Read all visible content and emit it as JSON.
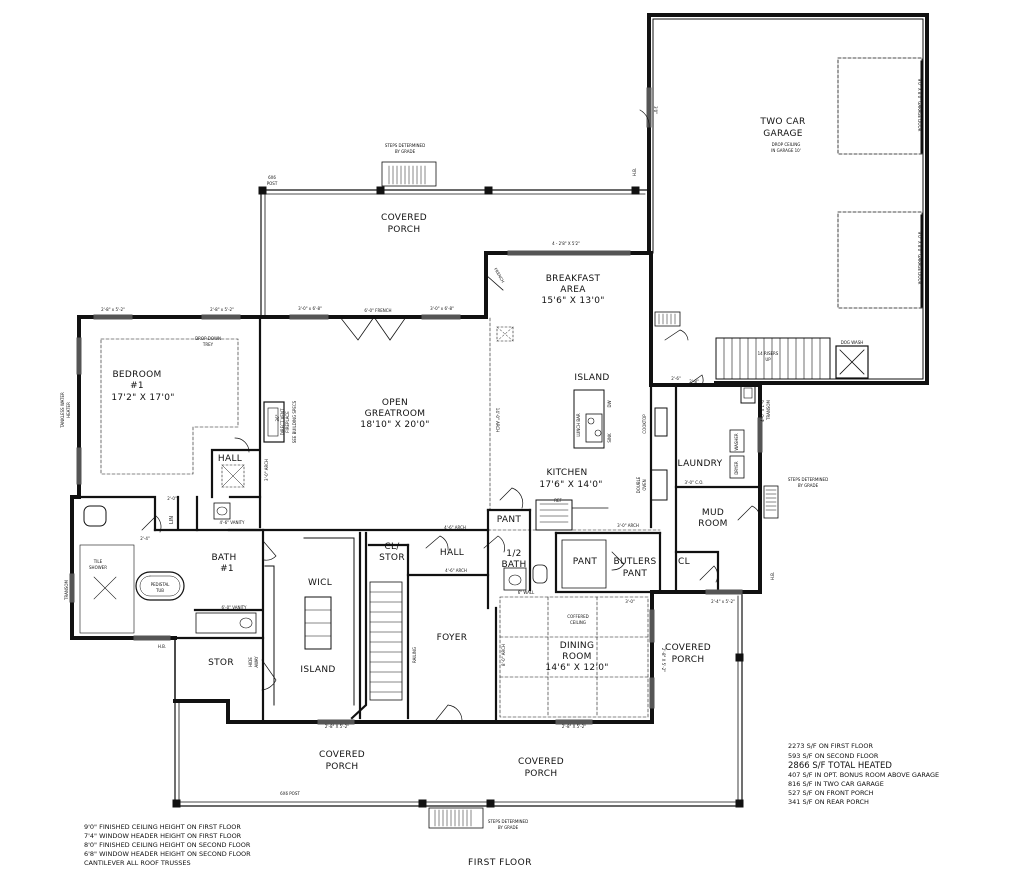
{
  "plan_title": "FIRST FLOOR",
  "rooms": {
    "garage": [
      "TWO CAR",
      "GARAGE"
    ],
    "garage_note": [
      "DROP CEILING",
      "IN GARAGE 10'"
    ],
    "garage_door_1": "9'0\" X 8'0\" GARAGE DOOR",
    "garage_door_2": "9'0\" X 8'0\" GARAGE DOOR",
    "garage_door_width": "3'0\"",
    "covered_porch_top": [
      "COVERED",
      "PORCH"
    ],
    "breakfast": [
      "BREAKFAST",
      "AREA",
      "15'6\" X 13'0\""
    ],
    "bedroom": [
      "BEDROOM",
      "#1",
      "17'2\" X 17'0\""
    ],
    "greatroom": [
      "OPEN",
      "GREATROOM",
      "18'10\" X 20'0\""
    ],
    "island": "ISLAND",
    "kitchen": [
      "KITCHEN",
      "17'6\" X 14'0\""
    ],
    "laundry": "LAUNDRY",
    "mud": [
      "MUD",
      "ROOM"
    ],
    "hall_bed": "HALL",
    "bath1": [
      "BATH",
      "#1"
    ],
    "wicl": "WICL",
    "wicl_island": "ISLAND",
    "cl_stor": [
      "CL/",
      "STOR"
    ],
    "hall_mid": "HALL",
    "half_bath": [
      "1/2",
      "BATH"
    ],
    "pant_small": "PANT",
    "pant_mid": "PANT",
    "butlers": [
      "BUTLERS",
      "PANT"
    ],
    "cl_mud": "CL",
    "foyer": "FOYER",
    "dining": [
      "DINING",
      "ROOM",
      "14'6\" X 12'0\""
    ],
    "coffered": [
      "COFFERED",
      "CEILING"
    ],
    "covered_porch_right": [
      "COVERED",
      "PORCH"
    ],
    "stor": "STOR",
    "covered_porch_bl": [
      "COVERED",
      "PORCH"
    ],
    "covered_porch_br": [
      "COVERED",
      "PORCH"
    ],
    "lin": "LIN"
  },
  "labels": {
    "steps_top": [
      "STEPS DETERMINED",
      "BY GRADE"
    ],
    "steps_right": [
      "STEPS DETERMINED",
      "BY GRADE"
    ],
    "steps_bottom": [
      "STEPS DETERMINED",
      "BY GRADE"
    ],
    "post_top": [
      "6X6",
      "POST"
    ],
    "post_bottom": "6X6 POST",
    "hb_top": "H.B.",
    "hb_right": "H.B.",
    "hb_left": "H.B.",
    "window_breakfast": "4 - 2'8\" X 5'2\"",
    "french_breakfast": "FRENCH",
    "window_gr_left": "3'-0\" x 6'-8\"",
    "french_gr": "6'-0\" FRENCH",
    "window_gr_right": "3'-0\" x 6'-8\"",
    "window_bed_1": "2'-8\" x 5'-2\"",
    "window_bed_2": "2'-8\" x 5'-2\"",
    "drop_down": [
      "DROP DOWN",
      "TREY"
    ],
    "tankless": [
      "TANKLESS WATER",
      "HEATER"
    ],
    "fireplace": [
      "36\"",
      "DIRECT VENT",
      "FIREPLACE",
      "SEE BUILDING SPECS"
    ],
    "arch_14": "14'-0\" ARCH",
    "arch_3": "3'-0\" ARCH",
    "lunch_bar": "LUNCH BAR",
    "sink": "SINK",
    "dw": "DW",
    "ref": "REF",
    "cooktop": "COOKTOP",
    "double_oven": [
      "DOUBLE",
      "OVEN"
    ],
    "washer": "WASHER",
    "dryer": "DRYER",
    "transom": [
      "4'-0\" x 1'-0\"",
      "TRANSOM"
    ],
    "co_30": "3'-0\" C.O.",
    "dog_wash": "DOG WASH",
    "risers": [
      "14 RISERS",
      "UP"
    ],
    "vanity_46": "4'-6\" VANITY",
    "vanity_60": "6'-0\" VANITY",
    "pedistal": [
      "PEDISTAL",
      "TUB"
    ],
    "tile_shower": [
      "TILE",
      "SHOWER"
    ],
    "transom_bath": "TRANSOM",
    "arch_46": "4'-6\" ARCH",
    "arch_30_kit": "3'-0\" ARCH",
    "arch_46_hall": "4'-6\" ARCH",
    "wall_6": "6\" WALL",
    "railing": "RAILING",
    "arch_80": "8'-0\" ARCH",
    "hide_away": [
      "HIDE",
      "AWAY"
    ],
    "door_30_foyer": "3'-0\"",
    "window_front_1": "2'-8\" X 5'-2\"",
    "window_front_2": "2'-8\" X 5'-2\"",
    "win_mud": "2'-4\" x 5'-2\"",
    "door_24": "2'-4\"",
    "door_26": "2'-6\"",
    "door_28": "2'-8\"",
    "door_30": "3'-0\"",
    "door_20": "2'-0\"",
    "twin_window": "2'-8\" X 5'-2\""
  },
  "stats": [
    "2273 S/F ON FIRST FLOOR",
    "593 S/F ON SECOND FLOOR",
    "2866 S/F TOTAL HEATED",
    "407 S/F IN OPT. BONUS ROOM ABOVE GARAGE",
    "816 S/F IN TWO CAR GARAGE",
    "527 S/F ON FRONT PORCH",
    "341 S/F ON REAR PORCH"
  ],
  "notes": [
    "9'0\" FINISHED CEILING HEIGHT ON FIRST FLOOR",
    "7'4\" WINDOW HEADER HEIGHT ON FIRST FLOOR",
    "8'0\" FINISHED CEILING HEIGHT ON SECOND FLOOR",
    "6'8\" WINDOW HEADER HEIGHT ON SECOND FLOOR",
    "CANTILEVER ALL ROOF TRUSSES"
  ]
}
